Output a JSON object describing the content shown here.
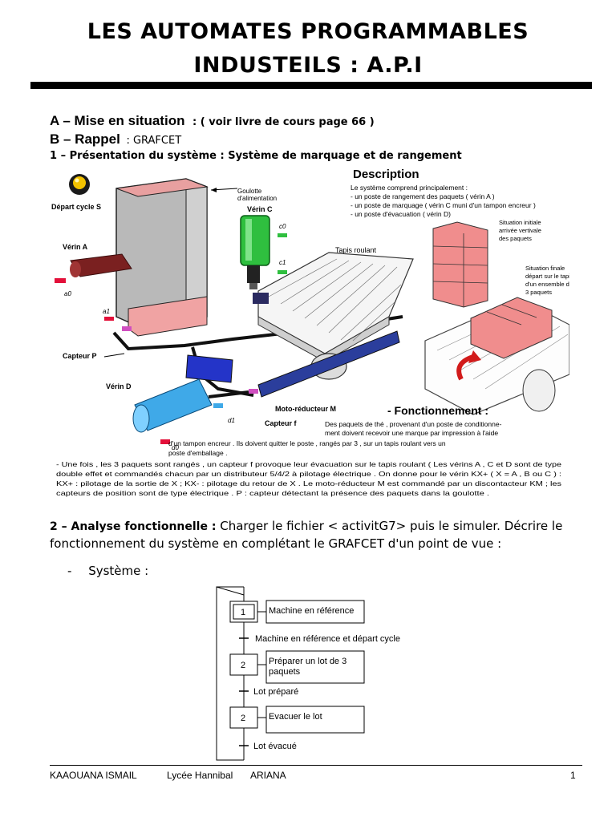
{
  "header": {
    "title_line1": "LES AUTOMATES PROGRAMMABLES",
    "title_line2": "INDUSTEILS :  A.P.I"
  },
  "section_a": {
    "label": "A – Mise en situation",
    "note": ": ( voir livre de cours page 66 )"
  },
  "section_b": {
    "label": "B – Rappel",
    "note": ": GRAFCET"
  },
  "subsection_1": "1 – Présentation du système : Système de marquage et de rangement",
  "figure": {
    "depart_cycle": "Départ cycle S",
    "goulotte_line1": "Goulotte",
    "goulotte_line2": "d'alimentation",
    "verin_c": "Vérin C",
    "verin_a": "Vérin A",
    "verin_d": "Vérin D",
    "capteur_p": "Capteur P",
    "capteur_f": "Capteur f",
    "moto_reducteur": "Moto-réducteur M",
    "tapis_roulant": "Tapis roulant",
    "a0": "a0",
    "a1": "a1",
    "c0": "c0",
    "c1": "c1",
    "d0": "d0",
    "d1": "d1",
    "description_title": "Description",
    "description_lines": [
      "Le système comprend principalement :",
      "- un poste de rangement des paquets ( vérin A )",
      "- un poste de marquage ( vérin C muni d'un tampon encreur )",
      "- un poste d'évacuation ( vérin D)"
    ],
    "situation_initiale": [
      "Situation initiale",
      "arrivée vertivale",
      "des paquets"
    ],
    "situation_finale": [
      "Situation finale",
      "départ sur le tapis",
      "d'un ensemble de",
      "3 paquets"
    ],
    "fonctionnement_title": "- Fonctionnement :",
    "fonctionnement_lines": [
      "Des paquets de thé , provenant d'un poste de conditionne-",
      "ment doivent recevoir une marque par impression à l'aide",
      "d'un tampon encreur . Ils doivent quitter le poste , rangés par 3 , sur un tapis roulant vers un",
      "poste d'emballage ."
    ],
    "bottom_lines": [
      "- Une fois , les 3 paquets sont rangés , un capteur f provoque leur évacuation sur le tapis roulant ( Les vérins A , C et D sont de type",
      "double effet et commandés chacun par un distributeur 5/4/2 à pilotage électrique .   On donne pour le vérin KX+ ( X = A , B ou C ) :",
      "KX+ : pilotage de la sortie de X ; KX- : pilotage du retour de X . Le moto-réducteur M est commandé par un discontacteur KM ; les",
      "capteurs de position sont de type électrique . P : capteur détectant la présence des paquets dans la goulotte ."
    ]
  },
  "section_2": {
    "label": "2 – Analyse fonctionnelle :",
    "text_line1": "Charger le fichier < activitG7> puis le simuler. Décrire le",
    "text_line2": "fonctionnement du système en complétant le GRAFCET d'un point de vue :"
  },
  "bullet": {
    "dash": "-",
    "label": "Système :"
  },
  "grafcet": {
    "steps": [
      {
        "number": "1",
        "action": "Machine en référence"
      },
      {
        "number": "2",
        "action": "Préparer un lot de 3 paquets",
        "action_line1": "Préparer un lot de 3",
        "action_line2": "paquets"
      },
      {
        "number": "2",
        "action": "Evacuer le lot"
      }
    ],
    "transitions": [
      "Machine en référence et départ cycle",
      "Lot préparé",
      "Lot évacué"
    ]
  },
  "footer": {
    "author": "KAAOUANA ISMAIL",
    "school": "Lycée Hannibal",
    "city": "ARIANA",
    "page": "1"
  }
}
